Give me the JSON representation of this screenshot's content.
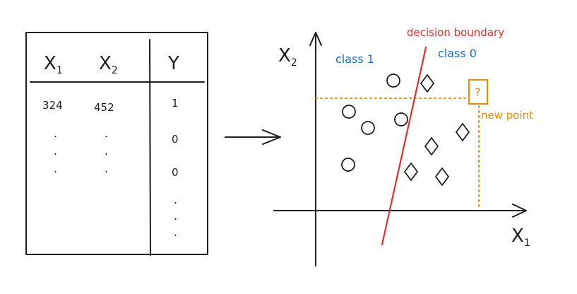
{
  "table": {
    "headers": [
      {
        "base": "X",
        "sub": "1"
      },
      {
        "base": "X",
        "sub": "2"
      },
      {
        "base": "Y",
        "sub": ""
      }
    ],
    "row1": [
      "324",
      "452",
      "1"
    ],
    "col1_dots": [
      ".",
      ".",
      "."
    ],
    "col2_dots": [
      ".",
      ".",
      "."
    ],
    "y_rest": [
      "0",
      "0",
      ".",
      ".",
      "."
    ]
  },
  "plot": {
    "y_axis_label": {
      "base": "X",
      "sub": "2"
    },
    "x_axis_label": {
      "base": "X",
      "sub": "1"
    },
    "decision_boundary_label": "decision boundary",
    "class1_label": "class 1",
    "class0_label": "class 0",
    "new_point_label": "new point",
    "new_point_symbol": "?",
    "colors": {
      "ink": "#1e1e1e",
      "boundary": "#e03131",
      "class_labels": "#1971c2",
      "new_point": "#f08c00"
    }
  }
}
